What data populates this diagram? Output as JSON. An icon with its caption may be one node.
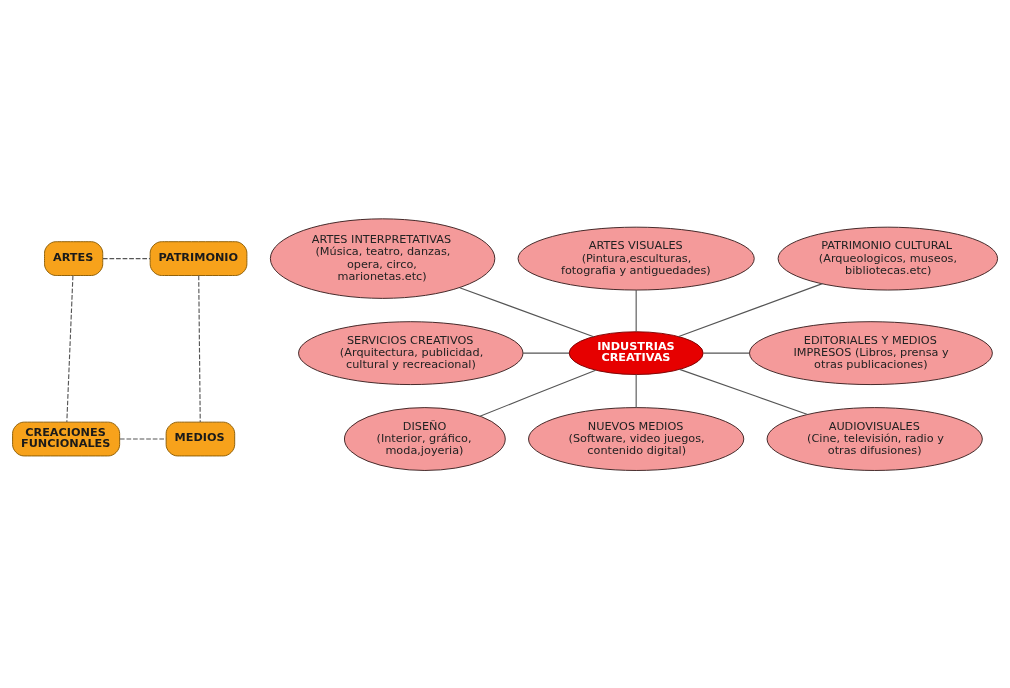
{
  "diagram": {
    "nodes": [
      {
        "text": [
          "ARTES"
        ]
      },
      {
        "text": [
          "PATRIMONIO"
        ]
      },
      {
        "text": [
          "ARTES VISUALES",
          "(Pintura,esculturas, fotografia y antiguedades)"
        ]
      },
      {
        "text": [
          "ARTES INTERPRETATIVAS",
          "(Música, teatro, danzas, opera, circo, marionetas.etc)"
        ]
      },
      {
        "text": [
          "PATRIMONIO CULTURAL",
          "(Arqueologicos, museos, bibliotecas.etc)"
        ]
      },
      {
        "text": [
          "INDUSTRIAS CREATIVAS"
        ]
      },
      {
        "text": [
          "SERVICIOS CREATIVOS",
          "(Arquitectura, publicidad, cultural y recreacional)"
        ]
      },
      {
        "text": [
          "EDITORIALES Y MEDIOS IMPRESOS (Libros, prensa y otras publicaciones)"
        ]
      },
      {
        "text": [
          "DISEÑO",
          "(Interior, gráfico, moda,joyeria)"
        ]
      },
      {
        "text": [
          "AUDIOVISUALES",
          "(Cine, televisión, radio y otras difusiones)"
        ]
      },
      {
        "text": [
          "NUEVOS MEDIOS",
          "(Software, video juegos, contenido digital)"
        ]
      },
      {
        "text": [
          "CREACIONES FUNCIONALES"
        ]
      },
      {
        "text": [
          "MEDIOS"
        ]
      }
    ],
    "edges": [
      {
        "from": 0,
        "to": 1,
        "arrow": "none",
        "style": "dashed"
      },
      {
        "from": 0,
        "to": 11,
        "arrow": "none",
        "style": "dashed"
      },
      {
        "from": 1,
        "to": 12,
        "arrow": "none",
        "style": "dashed"
      },
      {
        "from": 11,
        "to": 12,
        "arrow": "none",
        "style": "dashed"
      },
      {
        "from": 5,
        "to": 2,
        "arrow": "none"
      },
      {
        "from": 5,
        "to": 3,
        "arrow": "none"
      },
      {
        "from": 5,
        "to": 4,
        "arrow": "none"
      },
      {
        "from": 5,
        "to": 6,
        "arrow": "none"
      },
      {
        "from": 5,
        "to": 7,
        "arrow": "none"
      },
      {
        "from": 5,
        "to": 8,
        "arrow": "none"
      },
      {
        "from": 5,
        "to": 9,
        "arrow": "none"
      },
      {
        "from": 5,
        "to": 10,
        "arrow": "none"
      }
    ]
  }
}
